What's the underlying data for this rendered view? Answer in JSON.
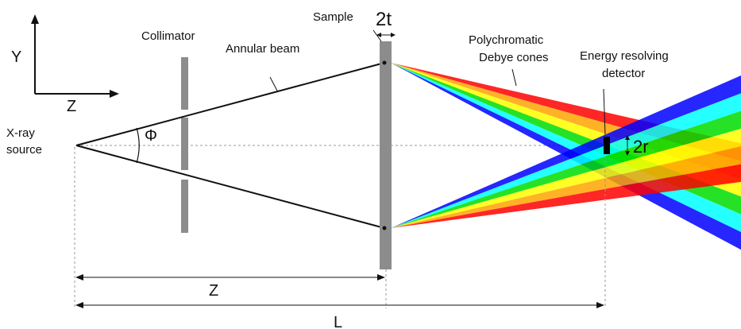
{
  "labels": {
    "axis_y": "Y",
    "axis_z": "Z",
    "source_line1": "X-ray",
    "source_line2": "source",
    "collimator": "Collimator",
    "annular_beam": "Annular beam",
    "angle": "Φ",
    "sample": "Sample",
    "thickness": "2t",
    "cones_line1": "Polychromatic",
    "cones_line2": "Debye cones",
    "detector_line1": "Energy resolving",
    "detector_line2": "detector",
    "detector_size": "2r",
    "dist_z": "Z",
    "dist_l": "L"
  },
  "colors": {
    "spectrum": [
      "#ff0000",
      "#ffa500",
      "#ffff00",
      "#00dd00",
      "#00ffff",
      "#0000ff"
    ],
    "plate": "#8c8c8c",
    "detector": "#000000"
  }
}
